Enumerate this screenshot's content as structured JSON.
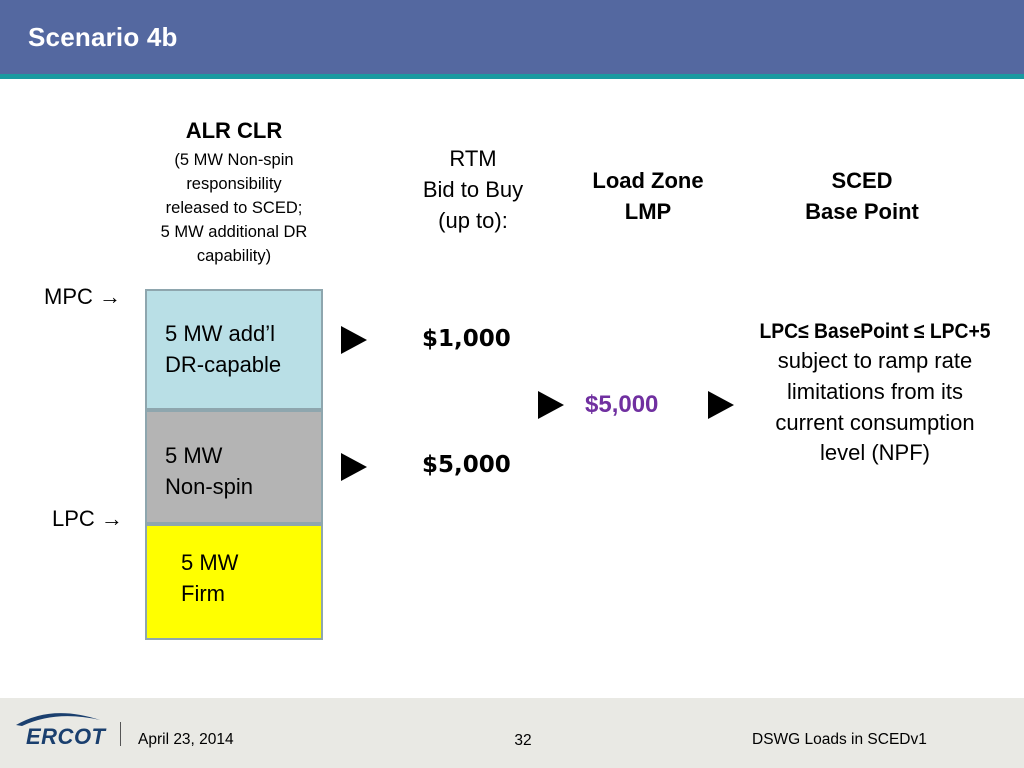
{
  "slide": {
    "title": "Scenario 4b"
  },
  "columns": {
    "alr_clr": {
      "title": "ALR CLR",
      "lines": [
        "(5 MW Non-spin",
        "responsibility",
        "released to SCED;",
        "5 MW additional DR",
        "capability)"
      ]
    },
    "rtm": {
      "lines": [
        "RTM",
        "Bid to Buy",
        "(up to):"
      ]
    },
    "load_zone": {
      "lines": [
        "Load Zone",
        "LMP"
      ]
    },
    "sced": {
      "lines": [
        "SCED",
        "Base Point"
      ]
    }
  },
  "labels": {
    "mpc": "MPC →",
    "lpc": "LPC →"
  },
  "blocks": {
    "dr": {
      "line1": "5 MW add’l",
      "line2": "DR-capable",
      "color": "#b9dfe6"
    },
    "non_spin": {
      "line1": "5 MW",
      "line2": "Non-spin",
      "color": "#b4b4b4"
    },
    "firm": {
      "line1": "5 MW",
      "line2": "Firm",
      "color": "#ffff00"
    }
  },
  "prices": {
    "dr_bid": "$1,000",
    "non_spin_bid": "$5,000",
    "lmp": "$5,000",
    "lmp_color": "#7030a0"
  },
  "base_point": {
    "formula": "LPC≤ BasePoint ≤ LPC+5",
    "lines": [
      "subject to ramp rate",
      "limitations from its",
      "current consumption",
      "level (NPF)"
    ]
  },
  "footer": {
    "logo_text": "ERCOT",
    "date": "April 23, 2014",
    "page": "32",
    "right": "DSWG Loads in SCEDv1"
  },
  "colors": {
    "title_bar": "#5468a0",
    "accent": "#1a9aa0",
    "footer_bg": "#e9e9e4"
  }
}
